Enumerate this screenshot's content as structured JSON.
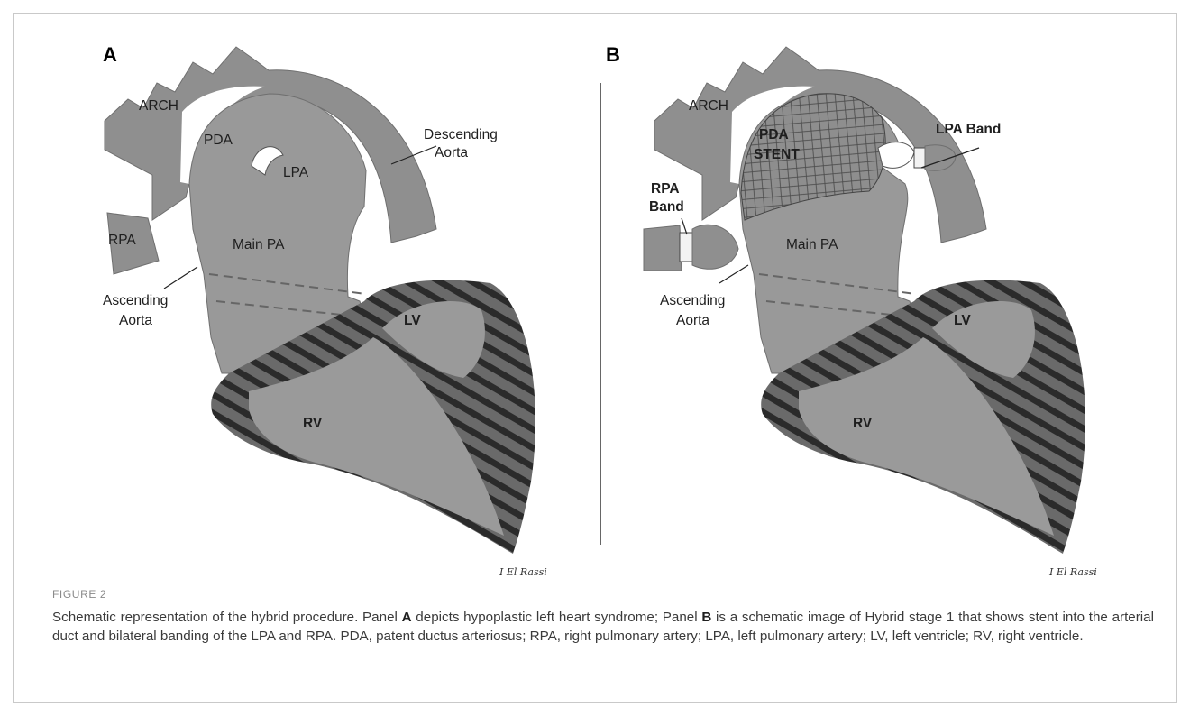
{
  "figure": {
    "panel_a": {
      "letter": "A",
      "labels": {
        "arch": "ARCH",
        "pda": "PDA",
        "lpa": "LPA",
        "descending_1": "Descending",
        "descending_2": "Aorta",
        "rpa": "RPA",
        "main_pa": "Main PA",
        "ascending_1": "Ascending",
        "ascending_2": "Aorta",
        "lv": "LV",
        "rv": "RV"
      },
      "signature": "I El Rassi"
    },
    "panel_b": {
      "letter": "B",
      "labels": {
        "arch": "ARCH",
        "pda_stent_1": "PDA",
        "pda_stent_2": "STENT",
        "lpa_band": "LPA Band",
        "rpa_band_1": "RPA",
        "rpa_band_2": "Band",
        "main_pa": "Main PA",
        "ascending_1": "Ascending",
        "ascending_2": "Aorta",
        "lv": "LV",
        "rv": "RV"
      },
      "signature": "I El Rassi"
    }
  },
  "caption": {
    "label": "FIGURE 2",
    "text_1": "Schematic representation of the hybrid procedure. Panel ",
    "panel_a": "A",
    "text_2": " depicts hypoplastic left heart syndrome; Panel ",
    "panel_b": "B",
    "text_3": " is a schematic image of Hybrid stage 1 that shows stent into the arterial duct and bilateral banding of the LPA and RPA. PDA, patent ductus arteriosus; RPA, right pulmonary artery; LPA, left pulmonary artery; LV, left ventricle; RV, right ventricle."
  }
}
